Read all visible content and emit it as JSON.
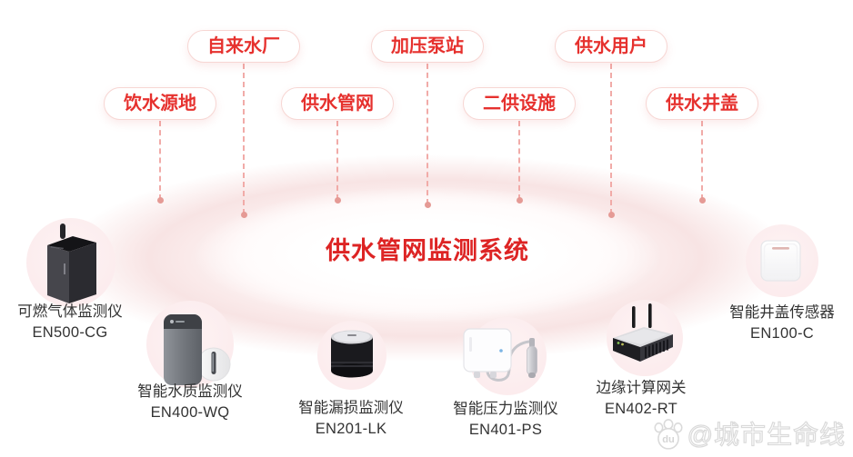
{
  "title": "供水管网监测系统",
  "pills": [
    {
      "label": "饮水源地"
    },
    {
      "label": "自来水厂"
    },
    {
      "label": "供水管网"
    },
    {
      "label": "加压泵站"
    },
    {
      "label": "二供设施"
    },
    {
      "label": "供水用户"
    },
    {
      "label": "供水井盖"
    }
  ],
  "devices": [
    {
      "name": "可燃气体监测仪",
      "model": "EN500-CG",
      "icon": "gas-monitor-image"
    },
    {
      "name": "智能水质监测仪",
      "model": "EN400-WQ",
      "icon": "water-quality-monitor-image"
    },
    {
      "name": "智能漏损监测仪",
      "model": "EN201-LK",
      "icon": "leak-monitor-image"
    },
    {
      "name": "智能压力监测仪",
      "model": "EN401-PS",
      "icon": "pressure-monitor-image"
    },
    {
      "name": "边缘计算网关",
      "model": "EN402-RT",
      "icon": "edge-gateway-image"
    },
    {
      "name": "智能井盖传感器",
      "model": "EN100-C",
      "icon": "manhole-sensor-image"
    }
  ],
  "watermark": {
    "handle": "@城市生命线",
    "badge": "du"
  },
  "colors": {
    "accent_red": "#e6312e",
    "title_red": "#dd2424",
    "pill_border": "#f7d6d3",
    "dash_line": "#f1aba8",
    "dot": "#e59a95",
    "halo_pink": "#f8e4e4",
    "blob_pink": "#fbe9eb",
    "label_text": "#333333"
  }
}
